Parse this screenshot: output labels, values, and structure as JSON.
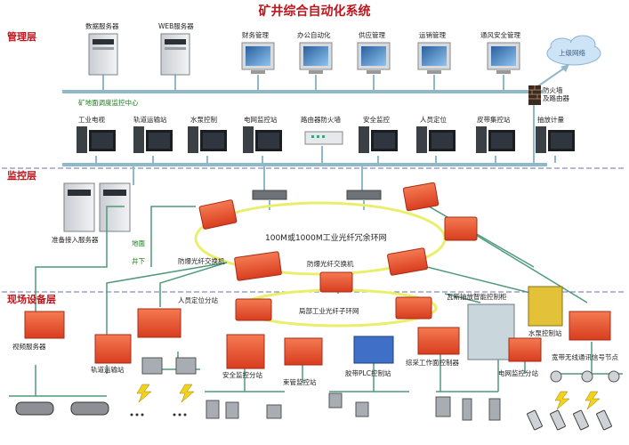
{
  "title": "矿井综合自动化系统",
  "layers": {
    "management": "管理层",
    "monitoring": "监控层",
    "field": "现场设备层"
  },
  "servers": {
    "data": "数据服务器",
    "web": "WEB服务器",
    "standby": "准备接入服务器"
  },
  "office": [
    "财务管理",
    "办公自动化",
    "供应管理",
    "运销管理",
    "通风安全管理"
  ],
  "cloud": "上级网络",
  "firewall": "防火墙\n及路由器",
  "center": "矿地面调度监控中心",
  "monitors": [
    "工业电视",
    "轨道运输站",
    "水泵控制",
    "电网监控站",
    "路由器防火墙",
    "安全监控",
    "人员定位",
    "皮带集控站",
    "抽放计量"
  ],
  "surface": "地面",
  "underground": "井下",
  "ring_main": "100M或1000M工业光纤冗余环网",
  "switch_left": "防爆光纤交换机",
  "switch_right": "防爆光纤交换机",
  "ring_sub": "局部工业光纤子环网",
  "field_labels": {
    "video": "视频服务器",
    "personnel": "人员定位分站",
    "rail": "轨道运输站",
    "safety": "安全监控分站",
    "beam": "束管监控站",
    "belt_plc": "胶带PLC控制站",
    "face": "综采工作面控制器",
    "gas": "瓦斯抽放智能控制柜",
    "pump": "水泵控制站",
    "grid": "电网监控分站",
    "wireless": "宽带无线通讯信号节点"
  },
  "colors": {
    "accent_red": "#c0141c",
    "device_orange": "#e8502e",
    "network_blue": "#8fb8c9",
    "ring_yellow": "#e9ef6a",
    "field_green": "#1a7a1a"
  }
}
